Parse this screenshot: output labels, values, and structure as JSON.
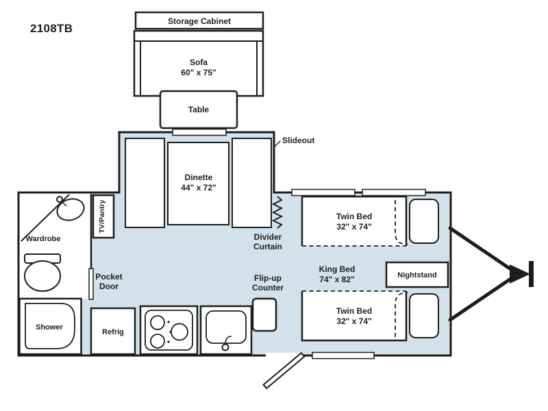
{
  "model": "2108TB",
  "colors": {
    "floor": "#d2e1ea",
    "line": "#1d1d1b"
  },
  "labels": {
    "storage_cabinet": "Storage Cabinet",
    "sofa": "Sofa",
    "sofa_size": "60\" x 75\"",
    "table": "Table",
    "dinette": "Dinette",
    "dinette_size": "44\" x 72\"",
    "slideout": "Slideout",
    "wardrobe": "Wardrobe",
    "tv_pantry": "TV/Pantry",
    "divider_line1": "Divider",
    "divider_line2": "Curtain",
    "pocket_line1": "Pocket",
    "pocket_line2": "Door",
    "flipup_line1": "Flip-up",
    "flipup_line2": "Counter",
    "twin_bed": "Twin Bed",
    "twin_bed_size": "32\" x 74\"",
    "king_bed": "King Bed",
    "king_bed_size": "74\" x 82\"",
    "nightstand": "Nightstand",
    "shower": "Shower",
    "refrig": "Refrig"
  }
}
